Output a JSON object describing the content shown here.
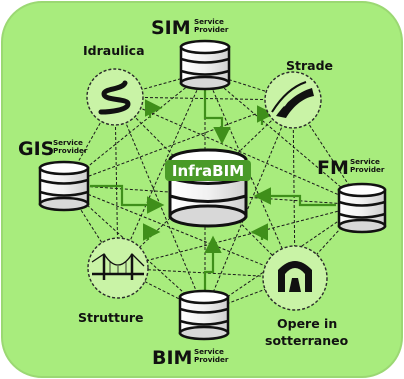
{
  "diagram": {
    "colors": {
      "background": "#a8ec7d",
      "lines": "#1a1a1a",
      "arrows": "#3f8f1a",
      "circle_fill": "#c9f3a6",
      "circle_border": "#2a2a2a"
    },
    "center": {
      "label": "InfraBIM",
      "icon": "database-icon"
    },
    "providers": {
      "sim": {
        "name": "SIM",
        "line1": "Service",
        "line2": "Provider",
        "icon": "database-icon"
      },
      "gis": {
        "name": "GIS",
        "line1": "Service",
        "line2": "Provider",
        "icon": "database-icon"
      },
      "fm": {
        "name": "FM",
        "line1": "Service",
        "line2": "Provider",
        "icon": "database-icon"
      },
      "bim": {
        "name": "BIM",
        "line1": "Service",
        "line2": "Provider",
        "icon": "database-icon"
      }
    },
    "domains": {
      "idraulica": {
        "label": "Idraulica",
        "icon": "water-flow-icon"
      },
      "strade": {
        "label": "Strade",
        "icon": "road-icon"
      },
      "strutture": {
        "label": "Strutture",
        "icon": "bridge-icon"
      },
      "opere": {
        "line1": "Opere in",
        "line2": "sotterraneo",
        "icon": "tunnel-icon"
      }
    }
  }
}
